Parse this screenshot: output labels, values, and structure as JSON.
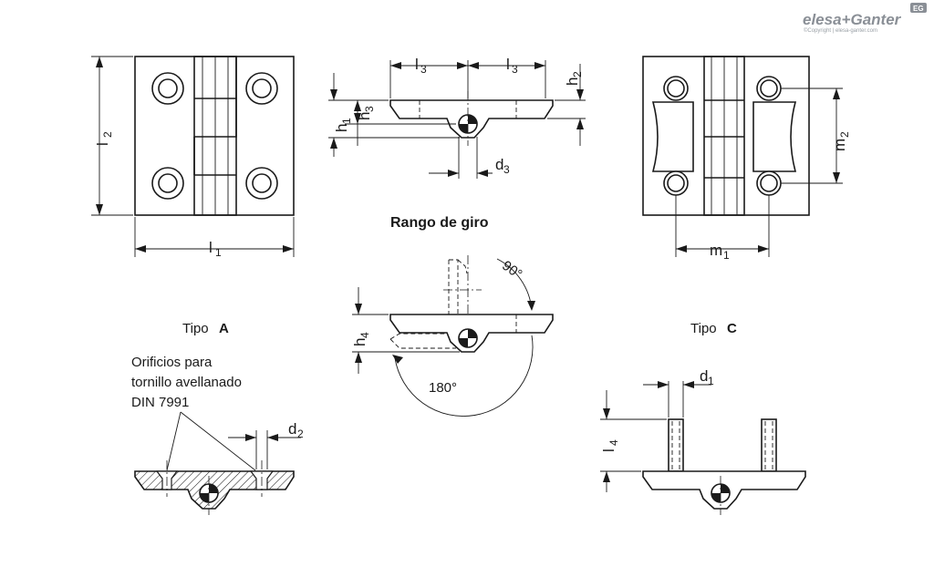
{
  "brand": {
    "name": "elesa+Ganter",
    "badge": "EG",
    "copyright": "©Copyright | elesa-ganter.com"
  },
  "dimensions": {
    "l1": "l",
    "l1_sub": "1",
    "l2": "l",
    "l2_sub": "2",
    "l3a": "l",
    "l3a_sub": "3",
    "l3b": "l",
    "l3b_sub": "3",
    "l4": "l",
    "l4_sub": "4",
    "h1": "h",
    "h1_sub": "1",
    "h2": "h",
    "h2_sub": "2",
    "h3": "h",
    "h3_sub": "3",
    "h4": "h",
    "h4_sub": "4",
    "d1": "d",
    "d1_sub": "1",
    "d2": "d",
    "d2_sub": "2",
    "d3": "d",
    "d3_sub": "3",
    "m1": "m",
    "m1_sub": "1",
    "m2": "m",
    "m2_sub": "2"
  },
  "labels": {
    "range_title": "Rango de giro",
    "angle_90": "90°",
    "angle_180": "180°",
    "type_a_prefix": "Tipo ",
    "type_a_letter": "A",
    "type_c_prefix": "Tipo ",
    "type_c_letter": "C",
    "note_line1": "Orificios para",
    "note_line2": "tornillo avellanado",
    "note_line3": "DIN 7991"
  }
}
